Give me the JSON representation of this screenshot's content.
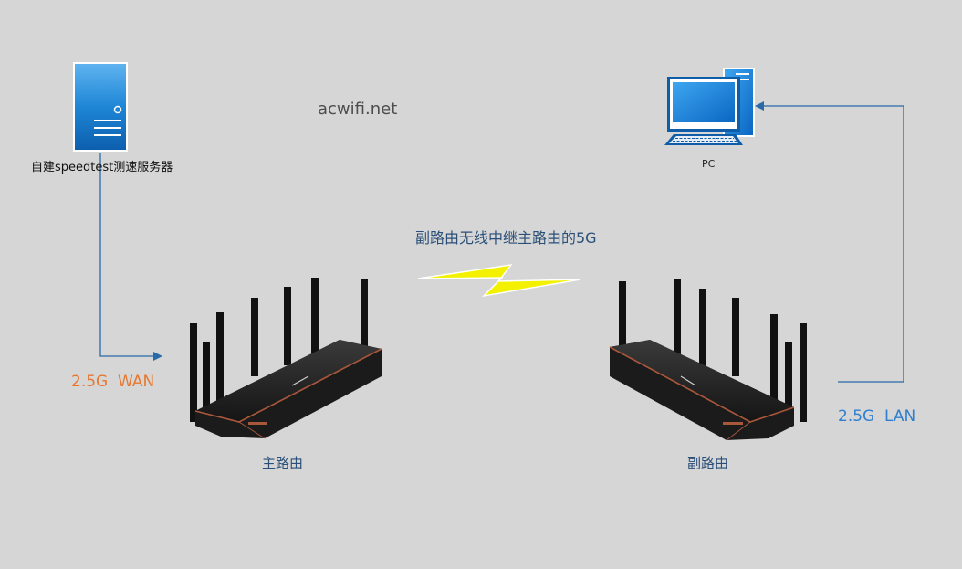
{
  "watermark": "acwifi.net",
  "server": {
    "label": "自建speedtest测速服务器",
    "icon": "server-icon",
    "color": "#1a7fd0"
  },
  "pc": {
    "label": "PC",
    "icon": "desktop-computer-icon",
    "color": "#1a7fd0"
  },
  "wireless": {
    "label": "副路由无线中继主路由的5G",
    "icon": "lightning-bolt-icon",
    "bolt_color": "#f3f000"
  },
  "main_router": {
    "label": "主路由",
    "port_label": "2.5G  WAN",
    "port_color": "#e8772e"
  },
  "sub_router": {
    "label": "副路由",
    "port_label": "2.5G  LAN",
    "port_color": "#2f7fd0"
  },
  "colors": {
    "background": "#d6d6d6",
    "link_line": "#2a6aa8",
    "label_text": "#2a4f78",
    "watermark_text": "#4d4d4d",
    "router_body": "#1b1b1b"
  }
}
